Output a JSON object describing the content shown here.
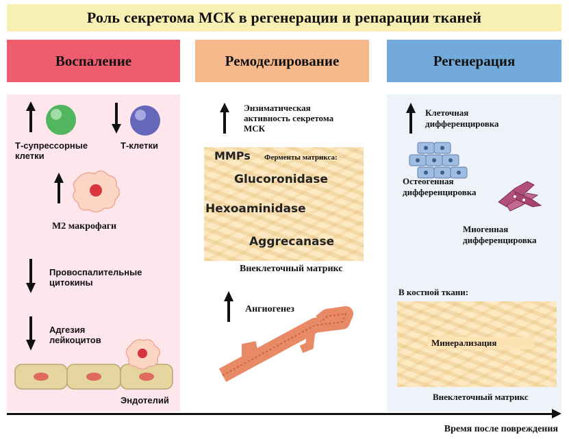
{
  "title": "Роль секретома МСК в регенерации и репарации тканей",
  "columns": [
    {
      "header": "Воспаление",
      "color": "#ee5c6e"
    },
    {
      "header": "Ремоделирование",
      "color": "#f6b98b"
    },
    {
      "header": "Регенерация",
      "color": "#72abdb"
    }
  ],
  "inflammation": {
    "t_suppressor": "Т-супрессорные клетки",
    "t_cells": "Т-клетки",
    "m2": "М2 макрофаги",
    "cytokines": "Провоспалительные цитокины",
    "adhesion": "Адгезия лейкоцитов",
    "endothelium": "Эндотелий"
  },
  "remodeling": {
    "enzymatic": "Энзиматическая активность секретома МСК",
    "mmps": "MMPs",
    "matrix_enzymes": "Ферменты матрикса:",
    "enzymes": [
      "Glucoronidase",
      "Hexoaminidase",
      "Aggrecanase"
    ],
    "ecm": "Внеклеточный матрикс",
    "angiogenesis": "Ангиогенез"
  },
  "regeneration": {
    "cell_diff": "Клеточная дифференцировка",
    "osteo": "Остеогенная дифференцировка",
    "myo": "Миогенная дифференцировка",
    "bone": "В костной ткани:",
    "mineralization": "Минерализация",
    "ecm": "Внеклеточный матрикс"
  },
  "timeline": {
    "label": "Время после повреждения"
  },
  "icons": [
    "arrow-up-icon",
    "arrow-down-icon",
    "cell-icon",
    "macrophage-icon",
    "vessel-icon",
    "osteoblast-icon",
    "myocyte-icon"
  ]
}
